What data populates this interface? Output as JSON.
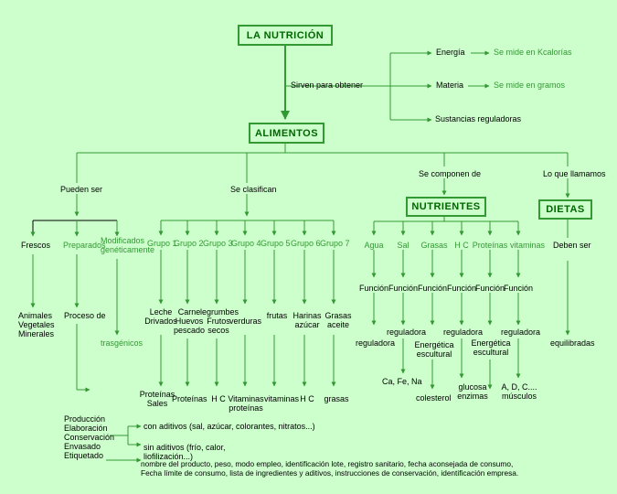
{
  "colors": {
    "background": "#ccffcc",
    "line": "#339933",
    "box_text": "#006600",
    "green_text": "#339933"
  },
  "title": "LA NUTRICIÓN",
  "sirven": "Sirven  para obtener",
  "energia": "Energía",
  "materia": "Materia",
  "sustancias": "Sustancias reguladoras",
  "kcal": "Se mide en Kcalorías",
  "gramos": "Se mide en gramos",
  "alimentos": "ALIMENTOS",
  "pueden_ser": "Pueden ser",
  "se_clasifican": "Se clasifican",
  "se_componen": "Se componen de",
  "lo_que": "Lo que llamamos",
  "nutrientes": "NUTRIENTES",
  "dietas": "DIETAS",
  "frescos": "Frescos",
  "preparados": "Preparados",
  "modificados": "Modificados\ngenéticamente",
  "frescos_list": "Animales\nVegetales\nMinerales",
  "proceso": "Proceso de",
  "trasgenicos": "trasgénicos",
  "proceso_list": "Producción\nElaboración\nConservación\nEnvasado\nEtiquetado",
  "con_aditivos": "con aditivos (sal, azúcar, colorantes, nitratos...)",
  "sin_aditivos": "sin aditivos (frío, calor,\nliofilización...)",
  "etiqueta": "nombre del producto, peso, modo empleo, identificación lote, registro sanitario, fecha aconsejada de consumo,\nFecha límite de consumo, lista de ingredientes y aditivos, instrucciones de conservación, identificación empresa.",
  "grupos": [
    {
      "name": "Grupo 1",
      "food": "Leche\nDrivados",
      "nutrient": "Proteínas\nSales"
    },
    {
      "name": "Grupo 2",
      "food": "Carne\nHuevos\npescado",
      "nutrient": "Proteínas"
    },
    {
      "name": "Grupo 3",
      "food": "legrumbes\nFrutos\nsecos",
      "nutrient": "H C"
    },
    {
      "name": "Grupo 4",
      "food": "verduras",
      "nutrient": "Vitaminas\nproteínas"
    },
    {
      "name": "Grupo 5",
      "food": "frutas",
      "nutrient": "vitaminas"
    },
    {
      "name": "Grupo 6",
      "food": "Harinas\nazúcar",
      "nutrient": "H C"
    },
    {
      "name": "Grupo 7",
      "food": "Grasas\naceite",
      "nutrient": "grasas"
    }
  ],
  "nutrientes_list": [
    "Agua",
    "Sal",
    "Grasas",
    "H C",
    "Proteínas",
    "vitaminas"
  ],
  "funcion": "Función",
  "reguladora": "reguladora",
  "energetica": "Energética\nescultural",
  "ca_fe_na": "Ca, Fe, Na",
  "colesterol": "colesterol",
  "glucosa": "glucosa\nenzimas",
  "adc": "A, D, C....\nmúsculos",
  "deben_ser": "Deben ser",
  "equilibradas": "equilibradas"
}
